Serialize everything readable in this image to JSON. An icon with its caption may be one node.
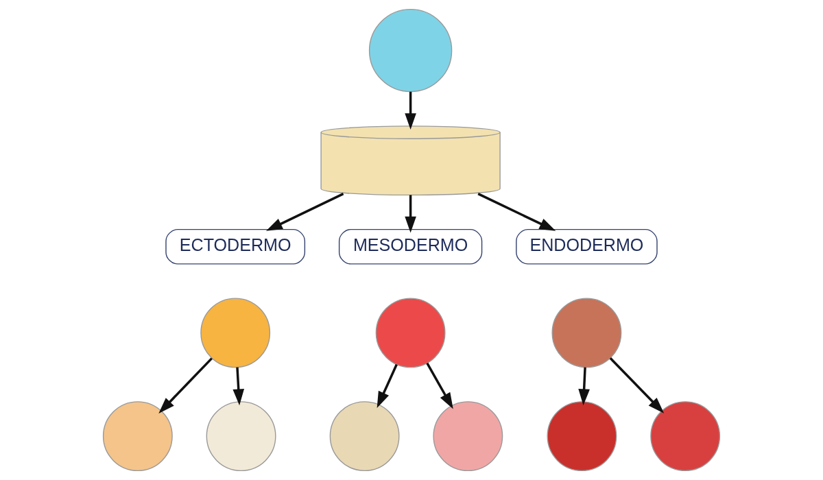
{
  "diagram": {
    "nodes": [
      {
        "text": [],
        "shape": "circle"
      },
      {
        "text": [],
        "shape": "cylinder"
      },
      {
        "text": [
          "ECTODERMO"
        ]
      },
      {
        "text": [
          "MESODERMO"
        ]
      },
      {
        "text": [
          "ENDODERMO"
        ]
      },
      {
        "text": [],
        "shape": "circle"
      },
      {
        "text": [],
        "shape": "circle"
      },
      {
        "text": [],
        "shape": "circle"
      },
      {
        "text": [],
        "shape": "circle"
      },
      {
        "text": [],
        "shape": "circle"
      },
      {
        "text": [],
        "shape": "circle"
      },
      {
        "text": [],
        "shape": "circle"
      },
      {
        "text": [],
        "shape": "circle"
      },
      {
        "text": [],
        "shape": "circle"
      }
    ],
    "edges": [
      {
        "from": 0,
        "to": 1,
        "arrow": "to"
      },
      {
        "from": 1,
        "to": 2,
        "arrow": "to"
      },
      {
        "from": 1,
        "to": 3,
        "arrow": "to"
      },
      {
        "from": 1,
        "to": 4,
        "arrow": "to"
      },
      {
        "from": 5,
        "to": 8,
        "arrow": "to"
      },
      {
        "from": 5,
        "to": 9,
        "arrow": "to"
      },
      {
        "from": 6,
        "to": 10,
        "arrow": "to"
      },
      {
        "from": 6,
        "to": 11,
        "arrow": "to"
      },
      {
        "from": 7,
        "to": 12,
        "arrow": "to"
      },
      {
        "from": 7,
        "to": 13,
        "arrow": "to"
      }
    ]
  }
}
